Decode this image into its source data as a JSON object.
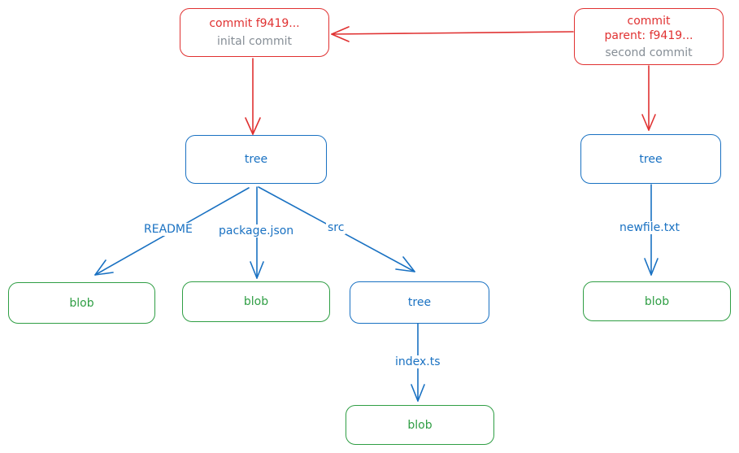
{
  "commits": [
    {
      "title": "commit f9419...",
      "message": "inital commit"
    },
    {
      "title": "commit",
      "parent": "parent: f9419...",
      "message": "second commit"
    }
  ],
  "node_labels": {
    "tree": "tree",
    "blob": "blob"
  },
  "edge_labels": {
    "readme": "README",
    "package": "package.json",
    "src": "src",
    "index": "index.ts",
    "newfile": "newfile.txt"
  },
  "colors": {
    "commit": "#e03131",
    "tree": "#1971c2",
    "blob": "#2f9e44",
    "message": "#868e96"
  }
}
